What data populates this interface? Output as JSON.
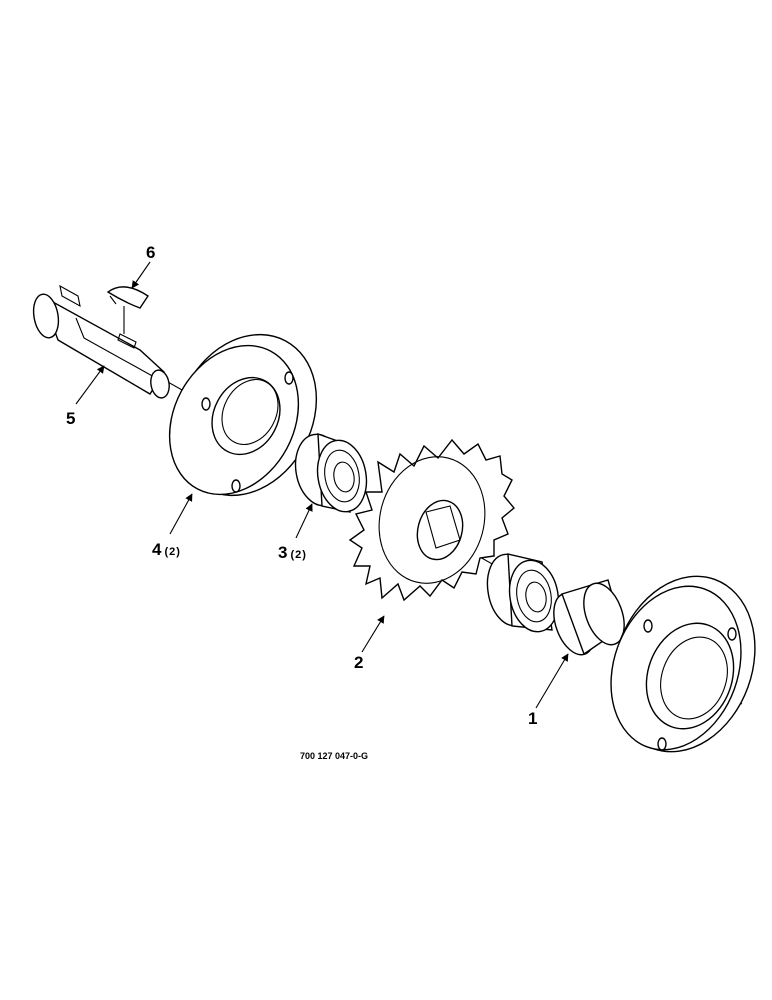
{
  "callouts": [
    {
      "id": "1",
      "label": "1",
      "qty": ""
    },
    {
      "id": "2",
      "label": "2",
      "qty": ""
    },
    {
      "id": "3",
      "label": "3",
      "qty": "(2)"
    },
    {
      "id": "4",
      "label": "4",
      "qty": "(2)"
    },
    {
      "id": "5",
      "label": "5",
      "qty": ""
    },
    {
      "id": "6",
      "label": "6",
      "qty": ""
    }
  ],
  "drawing_number": "700 127 047-0-G"
}
